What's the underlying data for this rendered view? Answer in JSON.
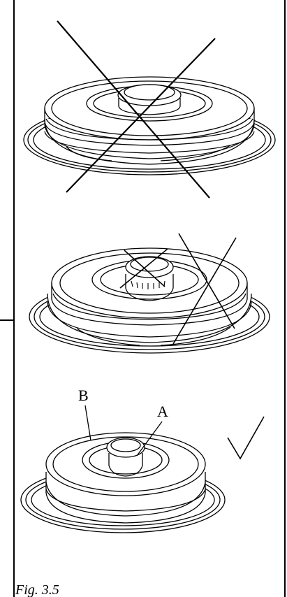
{
  "figure": {
    "caption": "Fig. 3.5",
    "panels": [
      {
        "id": "wrong-assembly-1",
        "mark": "cross"
      },
      {
        "id": "wrong-assembly-2",
        "mark": "double-cross"
      },
      {
        "id": "correct-assembly",
        "mark": "check"
      }
    ],
    "labels": {
      "a": "A",
      "b": "B"
    }
  }
}
